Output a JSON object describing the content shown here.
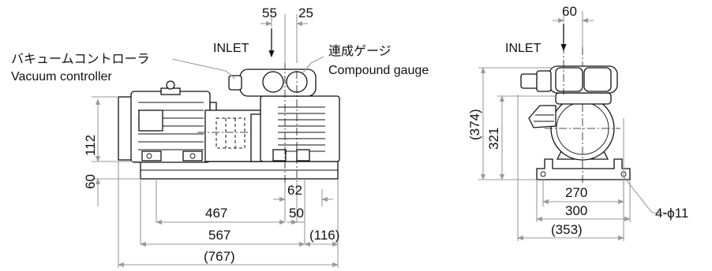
{
  "labels": {
    "inlet_side": "INLET",
    "inlet_front": "INLET",
    "vacuum_controller_jp": "バキュームコントローラ",
    "vacuum_controller_en": "Vacuum controller",
    "compound_gauge_jp": "連成ゲージ",
    "compound_gauge_en": "Compound gauge"
  },
  "dimensions": {
    "top_55": "55",
    "top_25": "25",
    "front_60": "60",
    "left_112": "112",
    "left_60": "60",
    "d_62": "62",
    "d_467": "467",
    "d_50": "50",
    "d_567": "567",
    "d_116": "(116)",
    "d_767": "(767)",
    "front_374": "(374)",
    "front_321": "321",
    "front_270": "270",
    "front_300": "300",
    "front_353": "(353)",
    "holes": "4-ϕ11"
  }
}
